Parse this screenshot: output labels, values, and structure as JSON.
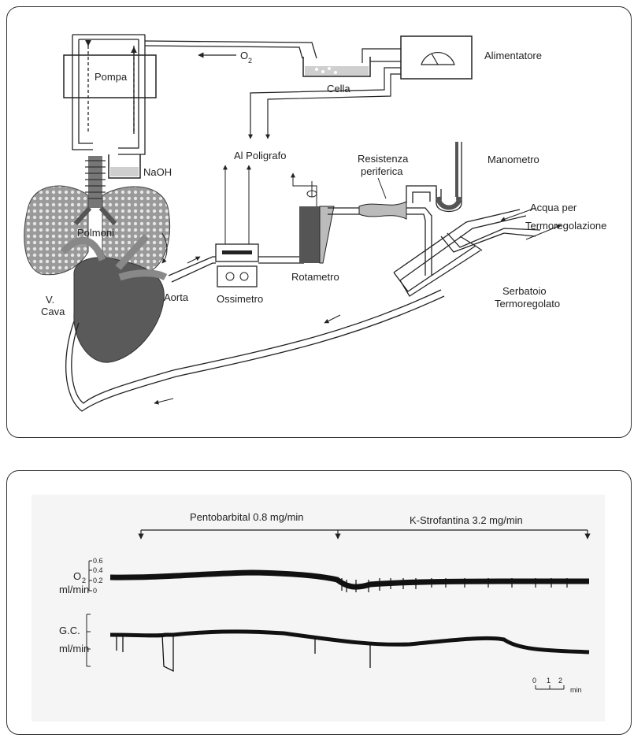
{
  "diagram": {
    "labels": {
      "pompa": "Pompa",
      "o2": "O",
      "o2_sub": "2",
      "cella": "Cella",
      "alimentatore": "Alimentatore",
      "naoh": "NaOH",
      "al_poligrafo": "Al Poligrafo",
      "resistenza": "Resistenza",
      "periferica": "periferica",
      "manometro": "Manometro",
      "acqua_per": "Acqua per",
      "termoregolazione": "Termoregolazione",
      "polmoni": "Polmoni",
      "aorta": "Aorta",
      "ossimetro": "Ossimetro",
      "rotametro": "Rotametro",
      "serbatoio": "Serbatoio",
      "termoregolato": "Termoregolato",
      "v": "V.",
      "cava": "Cava"
    }
  },
  "recording": {
    "pentobarbital": "Pentobarbital 0.8 mg/min",
    "strofantina": "K-Strofantina 3.2 mg/min",
    "o2_label": "O",
    "o2_sub": "2",
    "o2_unit": "ml/min",
    "o2_ticks": [
      "0.6",
      "0.4",
      "0.2",
      "0"
    ],
    "gc_label": "G.C.",
    "gc_unit": "ml/min",
    "scale_ticks": [
      "0",
      "1",
      "2"
    ],
    "scale_unit": "min"
  }
}
